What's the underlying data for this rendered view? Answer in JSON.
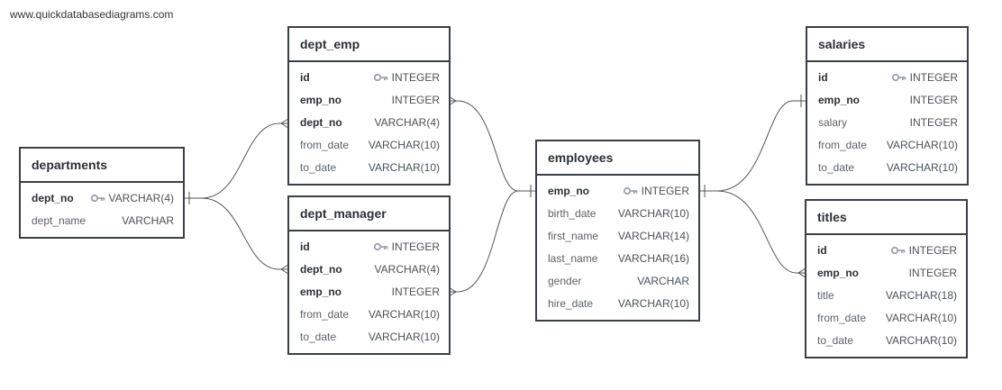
{
  "watermark": "www.quickdatabasediagrams.com",
  "colors": {
    "border": "#3a4047",
    "line": "#555555",
    "key": "#9ca3af"
  },
  "tables": {
    "departments": {
      "title": "departments",
      "rows": [
        {
          "name": "dept_no",
          "type": "VARCHAR(4)",
          "key": true,
          "bold": true
        },
        {
          "name": "dept_name",
          "type": "VARCHAR",
          "key": false,
          "bold": false
        }
      ]
    },
    "dept_emp": {
      "title": "dept_emp",
      "rows": [
        {
          "name": "id",
          "type": "INTEGER",
          "key": true,
          "bold": true
        },
        {
          "name": "emp_no",
          "type": "INTEGER",
          "key": false,
          "bold": true
        },
        {
          "name": "dept_no",
          "type": "VARCHAR(4)",
          "key": false,
          "bold": true
        },
        {
          "name": "from_date",
          "type": "VARCHAR(10)",
          "key": false,
          "bold": false
        },
        {
          "name": "to_date",
          "type": "VARCHAR(10)",
          "key": false,
          "bold": false
        }
      ]
    },
    "dept_manager": {
      "title": "dept_manager",
      "rows": [
        {
          "name": "id",
          "type": "INTEGER",
          "key": true,
          "bold": true
        },
        {
          "name": "dept_no",
          "type": "VARCHAR(4)",
          "key": false,
          "bold": true
        },
        {
          "name": "emp_no",
          "type": "INTEGER",
          "key": false,
          "bold": true
        },
        {
          "name": "from_date",
          "type": "VARCHAR(10)",
          "key": false,
          "bold": false
        },
        {
          "name": "to_date",
          "type": "VARCHAR(10)",
          "key": false,
          "bold": false
        }
      ]
    },
    "employees": {
      "title": "employees",
      "rows": [
        {
          "name": "emp_no",
          "type": "INTEGER",
          "key": true,
          "bold": true
        },
        {
          "name": "birth_date",
          "type": "VARCHAR(10)",
          "key": false,
          "bold": false
        },
        {
          "name": "first_name",
          "type": "VARCHAR(14)",
          "key": false,
          "bold": false
        },
        {
          "name": "last_name",
          "type": "VARCHAR(16)",
          "key": false,
          "bold": false
        },
        {
          "name": "gender",
          "type": "VARCHAR",
          "key": false,
          "bold": false
        },
        {
          "name": "hire_date",
          "type": "VARCHAR(10)",
          "key": false,
          "bold": false
        }
      ]
    },
    "salaries": {
      "title": "salaries",
      "rows": [
        {
          "name": "id",
          "type": "INTEGER",
          "key": true,
          "bold": true
        },
        {
          "name": "emp_no",
          "type": "INTEGER",
          "key": false,
          "bold": true
        },
        {
          "name": "salary",
          "type": "INTEGER",
          "key": false,
          "bold": false
        },
        {
          "name": "from_date",
          "type": "VARCHAR(10)",
          "key": false,
          "bold": false
        },
        {
          "name": "to_date",
          "type": "VARCHAR(10)",
          "key": false,
          "bold": false
        }
      ]
    },
    "titles": {
      "title": "titles",
      "rows": [
        {
          "name": "id",
          "type": "INTEGER",
          "key": true,
          "bold": true
        },
        {
          "name": "emp_no",
          "type": "INTEGER",
          "key": false,
          "bold": true
        },
        {
          "name": "title",
          "type": "VARCHAR(18)",
          "key": false,
          "bold": false
        },
        {
          "name": "from_date",
          "type": "VARCHAR(10)",
          "key": false,
          "bold": false
        },
        {
          "name": "to_date",
          "type": "VARCHAR(10)",
          "key": false,
          "bold": false
        }
      ]
    }
  }
}
